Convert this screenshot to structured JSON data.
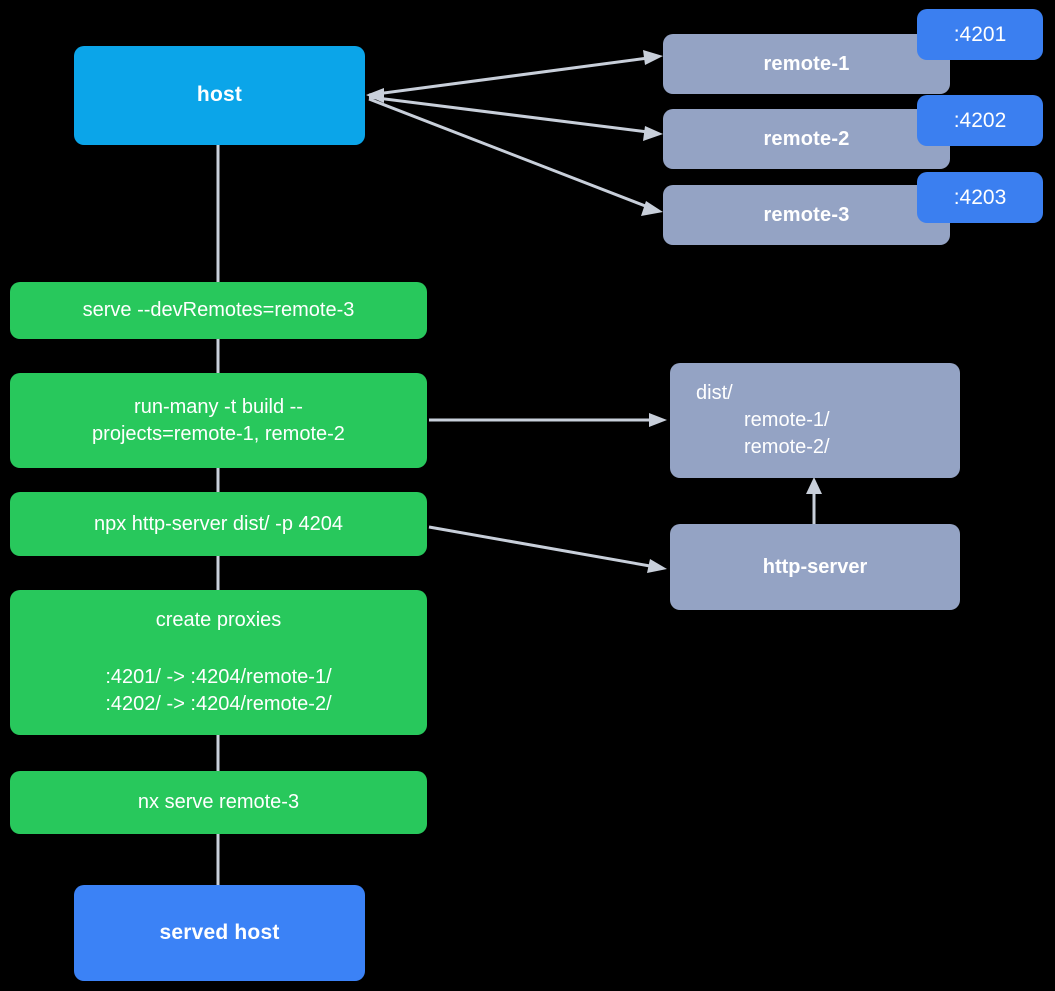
{
  "diagram": {
    "title": "host and remotes serve pipeline",
    "colors": {
      "background": "#000000",
      "host": "#0ba5e9",
      "served_host": "#3b82f6",
      "remote": "#94a3c4",
      "command": "#28c85c",
      "port_badge": "#3b7ff0",
      "edge": "#c8cfda"
    },
    "nodes": {
      "host": {
        "label": "host"
      },
      "served_host": {
        "label": "served host"
      },
      "remotes": [
        {
          "label": "remote-1",
          "port": ":4201"
        },
        {
          "label": "remote-2",
          "port": ":4202"
        },
        {
          "label": "remote-3",
          "port": ":4203"
        }
      ],
      "dist": {
        "root": "dist/",
        "children": [
          "remote-1/",
          "remote-2/"
        ]
      },
      "http_server": {
        "label": "http-server"
      }
    },
    "commands": [
      {
        "id": "serve-devremotes",
        "line1": "serve --devRemotes=remote-3"
      },
      {
        "id": "run-many-build",
        "line1": "run-many -t build --",
        "line2": "projects=remote-1, remote-2"
      },
      {
        "id": "npx-http-server",
        "line1": "npx http-server dist/ -p 4204"
      },
      {
        "id": "create-proxies",
        "title": "create proxies",
        "line1": ":4201/ -> :4204/remote-1/",
        "line2": ":4202/ -> :4204/remote-2/"
      },
      {
        "id": "nx-serve-remote-3",
        "line1": "nx serve remote-3"
      }
    ]
  }
}
